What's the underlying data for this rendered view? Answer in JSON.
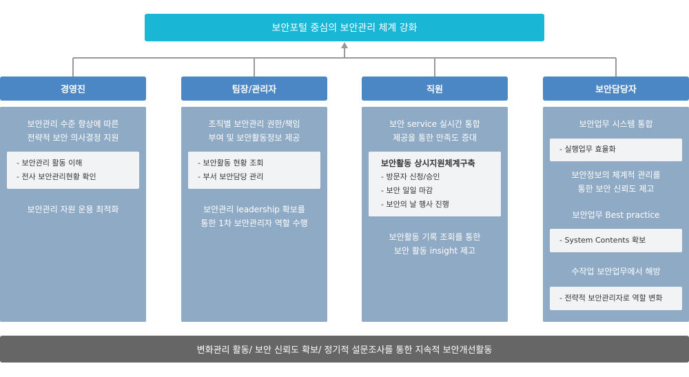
{
  "top_title": "보안포털 중심의 보안관리 체계 강화",
  "columns": [
    {
      "title": "경영진",
      "texts": [
        [
          "보안관리 수준 향상에 따른",
          "전략적 보안 의사결정 지원"
        ],
        [
          "보안관리 자원 운용 최적화"
        ]
      ],
      "boxes": [
        [
          "- 보안관리 활동 이해",
          "- 전사 보안관리현황 확인"
        ]
      ]
    },
    {
      "title": "팀장/관리자",
      "texts": [
        [
          "조직별 보안관리 권한/책임",
          "부여 및 보안활동정보 제공"
        ],
        [
          "보안관리 leadership 확보를",
          "통한 1차 보안관리자 역할 수행"
        ]
      ],
      "boxes": [
        [
          "- 보안활동 현황 조회",
          "- 부서 보안담당 관리"
        ]
      ]
    },
    {
      "title": "직원",
      "texts": [
        [
          "보안 service 실시간 통합",
          "제공을 통한 만족도 증대"
        ],
        [
          "보안활동 기록 조회를 통한",
          "보안 활동 insight 제고"
        ]
      ],
      "box_header": "보안활동 상시지원체계구축",
      "boxes": [
        [
          "- 방문자 신청/승인",
          "- 보안 일일 마감",
          "- 보안의 날 행사 진행"
        ]
      ]
    },
    {
      "title": "보안담당자",
      "texts": [
        [
          "보안업무 시스템 통합"
        ],
        [
          "보안정보의 체계적 관리를",
          "통한 보안 신뢰도 제고"
        ],
        [
          "보안업무 Best practice"
        ],
        [
          "수작업 보안업무에서 해방"
        ]
      ],
      "boxes": [
        [
          "- 실행업무 효율화"
        ],
        [
          "- System Contents 확보"
        ],
        [
          "- 전략적 보안관리자로 역할 변화"
        ]
      ]
    }
  ],
  "bottom_bar": "변화관리 활동/ 보안 신뢰도 확보/ 정기적 설문조사를 통한 지속적 보안개선활동",
  "colors": {
    "top_box": "#1ab6d6",
    "column_header": "#4a87c4",
    "panel": "#8faac5",
    "inner_box": "#f2f3f5",
    "bottom_bar": "#666666",
    "connector": "#999999"
  }
}
